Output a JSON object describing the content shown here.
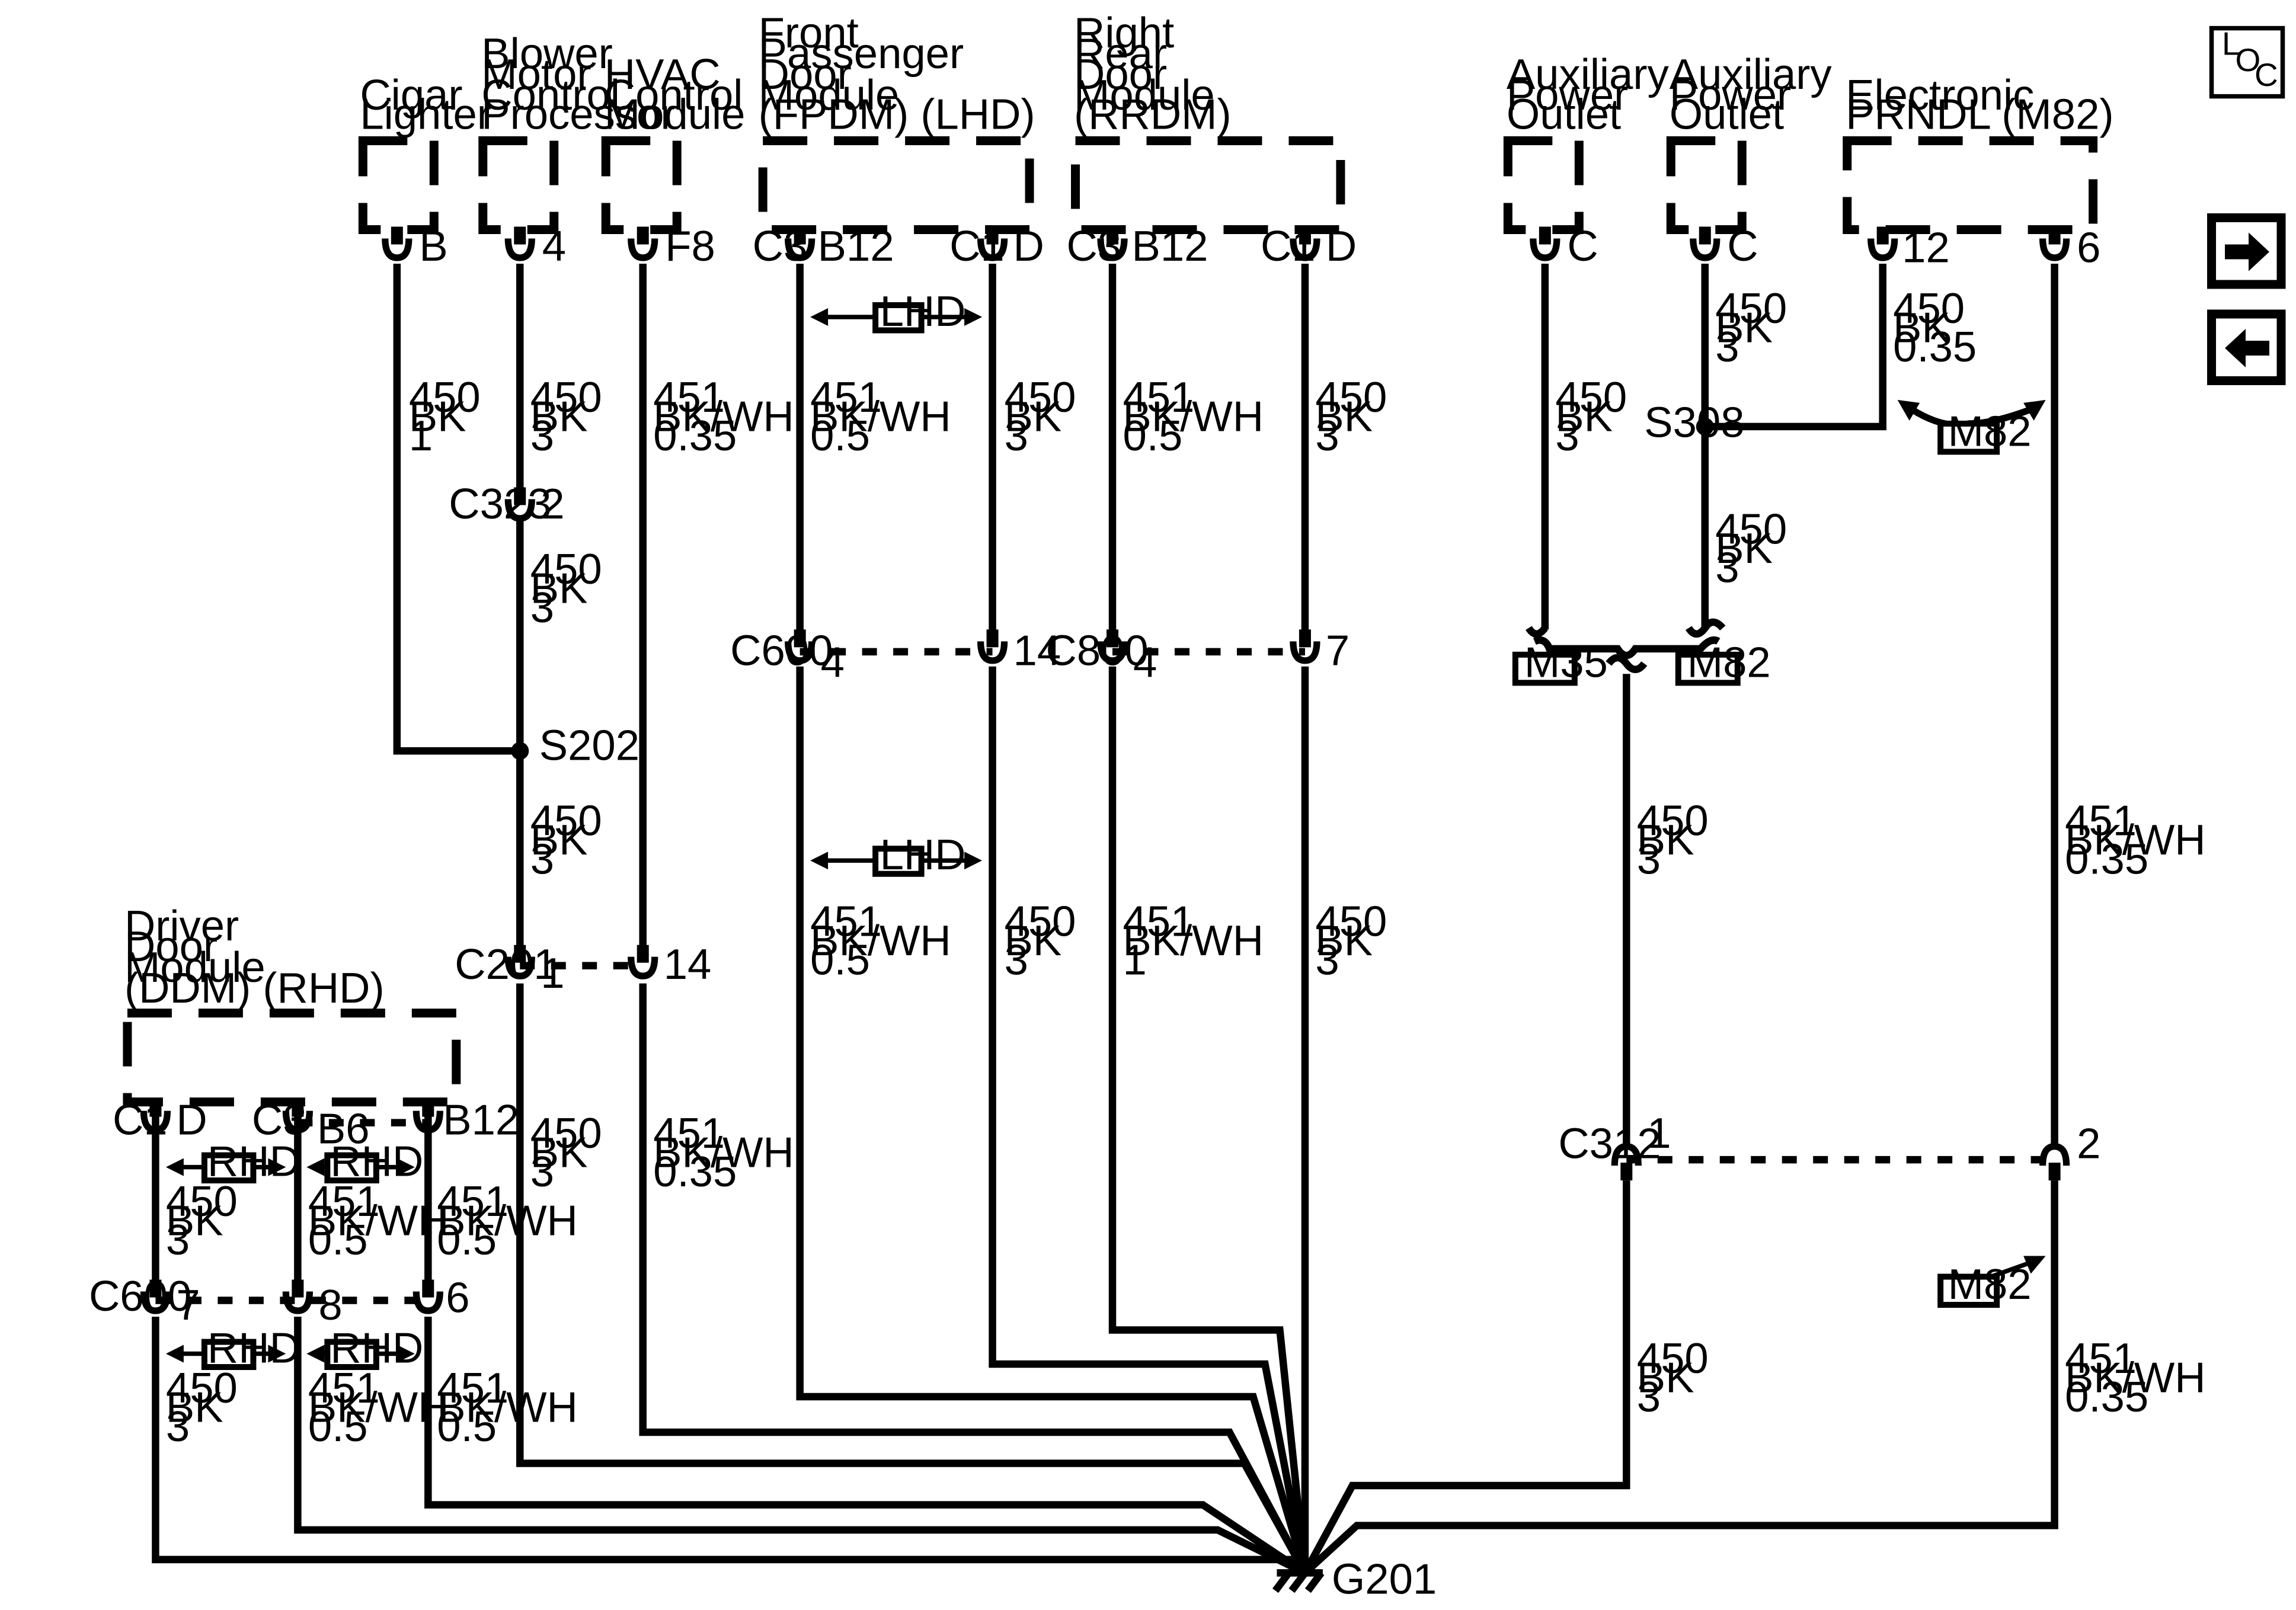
{
  "components": {
    "cigar_lighter": [
      "Cigar",
      "Lighter"
    ],
    "blower": [
      "Blower",
      "Motor",
      "Control",
      "Processor"
    ],
    "hvac": [
      "HVAC",
      "Control",
      "Module"
    ],
    "fpdm": [
      "Front",
      "Passenger",
      "Door",
      "Module",
      "(FPDM) (LHD)"
    ],
    "rrdm": [
      "Right",
      "Rear",
      "Door",
      "Module",
      "(RRDM)"
    ],
    "aux1": [
      "Auxiliary",
      "Power",
      "Outlet"
    ],
    "aux2": [
      "Auxiliary",
      "Power",
      "Outlet"
    ],
    "prndl": [
      "Electronic",
      "PRNDL (M82)"
    ],
    "ddm": [
      "Driver",
      "Door",
      "Module",
      "(DDM) (RHD)"
    ]
  },
  "pins": {
    "cig": "B",
    "blower": "4",
    "hvac": "F8",
    "fp_c3": "C3",
    "fp_b12": "B12",
    "fp_c1": "C1",
    "fp_d": "D",
    "rr_c3": "C3",
    "rr_b12": "B12",
    "rr_c1": "C1",
    "rr_d": "D",
    "aux1": "C",
    "aux2": "C",
    "prndl_12": "12",
    "prndl_6": "6",
    "ddm_c1": "C1",
    "ddm_d": "D",
    "ddm_c3": "C3",
    "ddm_b6": "B6",
    "ddm_b12": "B12"
  },
  "connectors": {
    "c323": "C323",
    "c323_pin": "2",
    "c201": "C201",
    "c201_p1": "1",
    "c201_p14": "14",
    "c600a": "C600",
    "c600a_p4": "4",
    "c600a_p14": "14",
    "c800": "C800",
    "c800_p4": "4",
    "c800_p7": "7",
    "c600b": "C600",
    "c600b_p7": "7",
    "c600b_p8": "8",
    "c600b_p6": "6",
    "c312": "C312",
    "c312_p1": "1",
    "c312_p2": "2"
  },
  "splices": {
    "s202": "S202",
    "s308": "S308"
  },
  "ground": "G201",
  "options": {
    "lhd": "LHD",
    "rhd": "RHD",
    "m35": "M35",
    "m82": "M82"
  },
  "wire_labels": {
    "cig": [
      "450",
      "BK",
      "1"
    ],
    "blower_top": [
      "450",
      "BK",
      "3"
    ],
    "blower_mid": [
      "450",
      "BK",
      "3"
    ],
    "blower_low": [
      "450",
      "BK",
      "3"
    ],
    "blower_bot": [
      "450",
      "BK",
      "3"
    ],
    "hvac_top": [
      "451",
      "BK/WH",
      "0.35"
    ],
    "hvac_bot": [
      "451",
      "BK/WH",
      "0.35"
    ],
    "fp1_top": [
      "451",
      "BK/WH",
      "0.5"
    ],
    "fp1_bot": [
      "451",
      "BK/WH",
      "0.5"
    ],
    "fp2_top": [
      "450",
      "BK",
      "3"
    ],
    "fp2_bot": [
      "450",
      "BK",
      "3"
    ],
    "rr1_top": [
      "451",
      "BK/WH",
      "0.5"
    ],
    "rr1_bot": [
      "451",
      "BK/WH",
      "1"
    ],
    "rr2_top": [
      "450",
      "BK",
      "3"
    ],
    "rr2_bot": [
      "450",
      "BK",
      "3"
    ],
    "aux1": [
      "450",
      "BK",
      "3"
    ],
    "aux2_top": [
      "450",
      "BK",
      "3"
    ],
    "aux2_mid": [
      "450",
      "BK",
      "3"
    ],
    "prndl12": [
      "450",
      "BK",
      "0.35"
    ],
    "m_wire1": [
      "450",
      "BK",
      "3"
    ],
    "m_wire2": [
      "450",
      "BK",
      "3"
    ],
    "p6_top": [
      "451",
      "BK/WH",
      "0.35"
    ],
    "p6_bot": [
      "451",
      "BK/WH",
      "0.35"
    ],
    "ddm1_top": [
      "450",
      "BK",
      "3"
    ],
    "ddm2_top": [
      "451",
      "BK/WH",
      "0.5"
    ],
    "ddm3_top": [
      "451",
      "BK/WH",
      "0.5"
    ],
    "ddm1_bot": [
      "450",
      "BK",
      "3"
    ],
    "ddm2_bot": [
      "451",
      "BK/WH",
      "0.5"
    ],
    "ddm3_bot": [
      "451",
      "BK/WH",
      "0.5"
    ]
  },
  "loc_icon": {
    "l": "L",
    "o": "O",
    "c": "C"
  },
  "nav_icons": [
    "arrow-right-icon",
    "arrow-left-icon"
  ]
}
